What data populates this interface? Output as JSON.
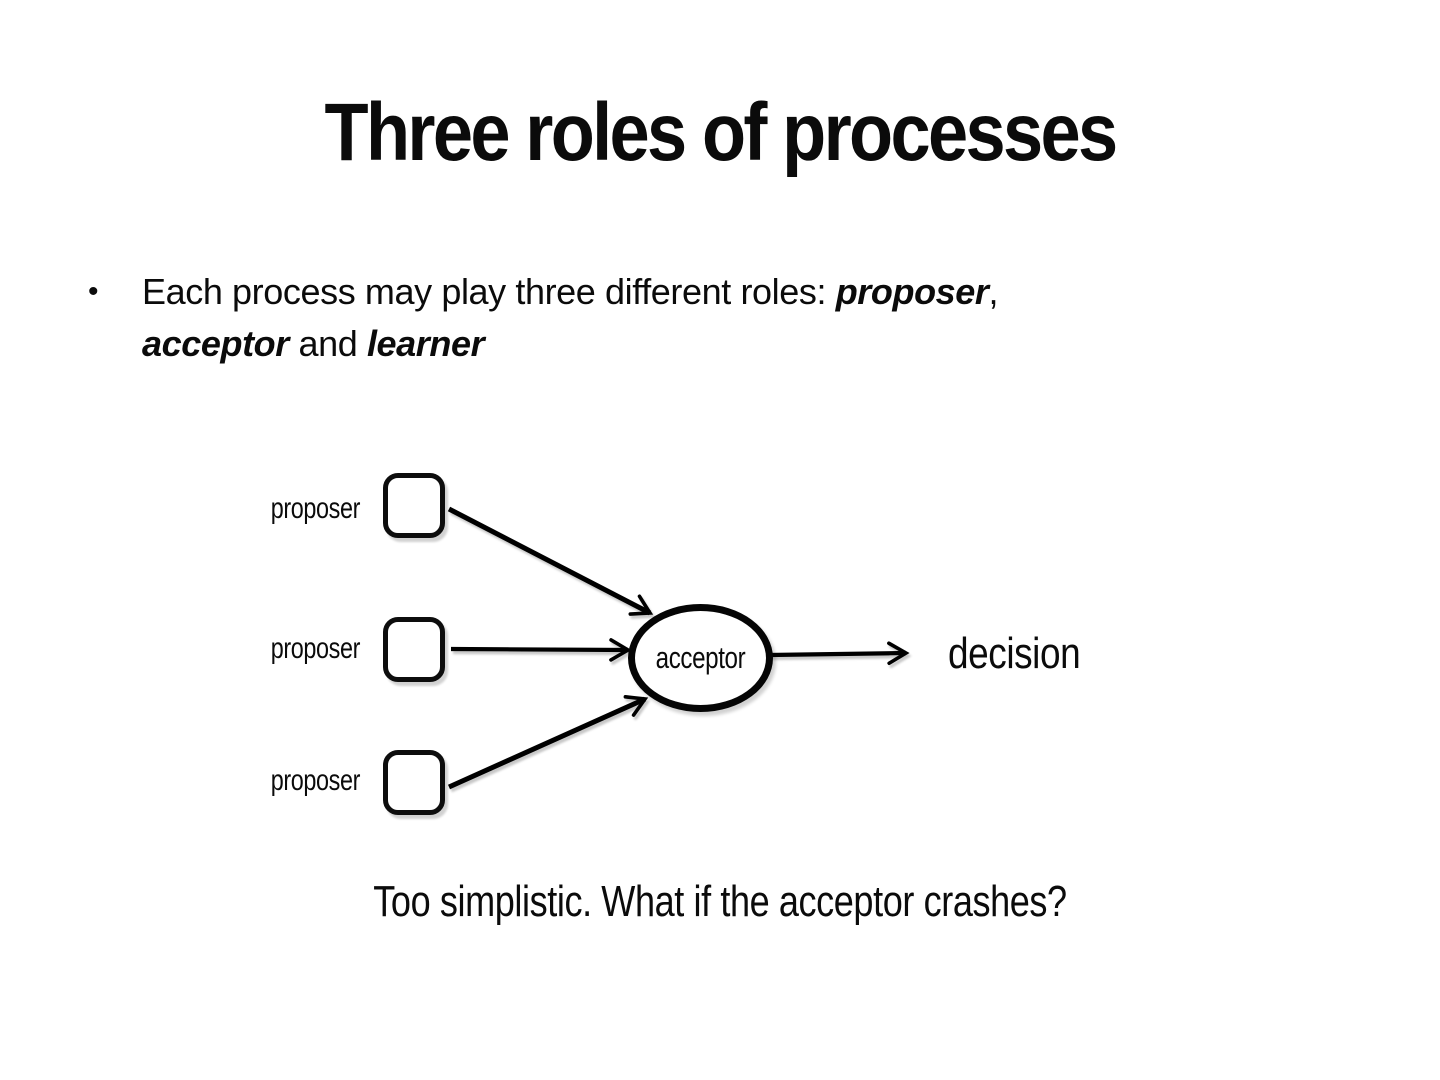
{
  "slide": {
    "title": "Three roles of processes",
    "bullet": {
      "marker": "•",
      "segments": [
        {
          "text": "Each process may play three different roles: "
        },
        {
          "text": "proposer"
        },
        {
          "text": ","
        },
        {
          "text": "acceptor"
        },
        {
          "text": " and "
        },
        {
          "text": "learner"
        }
      ]
    },
    "diagram": {
      "proposer_labels": [
        "proposer",
        "proposer",
        "proposer"
      ],
      "acceptor_label": "acceptor",
      "decision_label": "decision",
      "colors": {
        "ink": "#000000",
        "background": "#ffffff"
      }
    },
    "caption": "Too simplistic. What if the acceptor crashes?"
  }
}
